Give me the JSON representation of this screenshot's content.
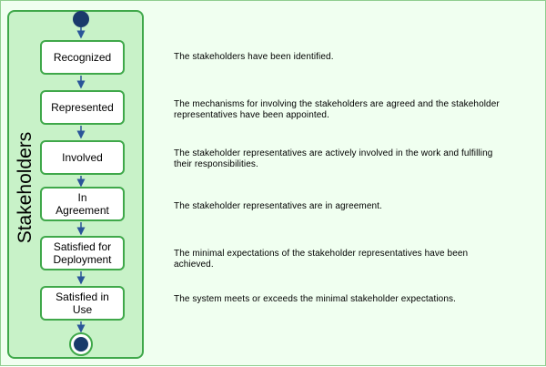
{
  "lane": {
    "label": "Stakeholders"
  },
  "states": [
    {
      "label": "Recognized",
      "description": "The stakeholders have been identified."
    },
    {
      "label": "Represented",
      "description": "The mechanisms for involving the stakeholders are agreed and the stakeholder representatives  have been appointed."
    },
    {
      "label": "Involved",
      "description": "The stakeholder representatives are actively involved in the work and fulfilling their responsibilities."
    },
    {
      "label": "In\nAgreement",
      "description": "The stakeholder representatives are in agreement."
    },
    {
      "label": "Satisfied for\nDeployment",
      "description": "The minimal expectations of the stakeholder representatives have been achieved."
    },
    {
      "label": "Satisfied in\nUse",
      "description": "The system meets or exceeds the minimal stakeholder expectations."
    }
  ],
  "colors": {
    "lane_fill": "#c8f2c8",
    "lane_border": "#3fa84a",
    "node_fill": "#1a3a6b",
    "arrow": "#2a5599"
  }
}
